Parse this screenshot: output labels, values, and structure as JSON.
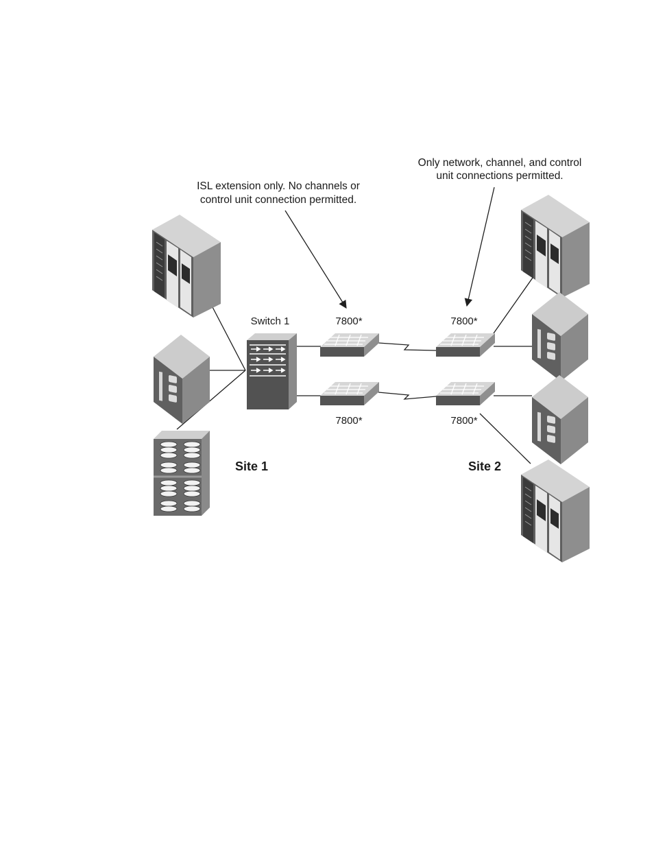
{
  "annotations": {
    "site1_note": {
      "line1": "ISL extension only. No channels or",
      "line2": "control unit connection permitted."
    },
    "site2_note": {
      "line1": "Only network, channel, and control",
      "line2": "unit connections permitted."
    }
  },
  "devices": {
    "switch1": "Switch 1",
    "extender_site1_top": "7800*",
    "extender_site1_bottom": "7800*",
    "extender_site2_top": "7800*",
    "extender_site2_bottom": "7800*"
  },
  "sites": {
    "site1": "Site 1",
    "site2": "Site 2"
  },
  "colors": {
    "ink": "#1a1a1a",
    "device_face": "#5c5c5c",
    "device_top": "#cfcfcf",
    "device_side": "#8a8a8a"
  }
}
